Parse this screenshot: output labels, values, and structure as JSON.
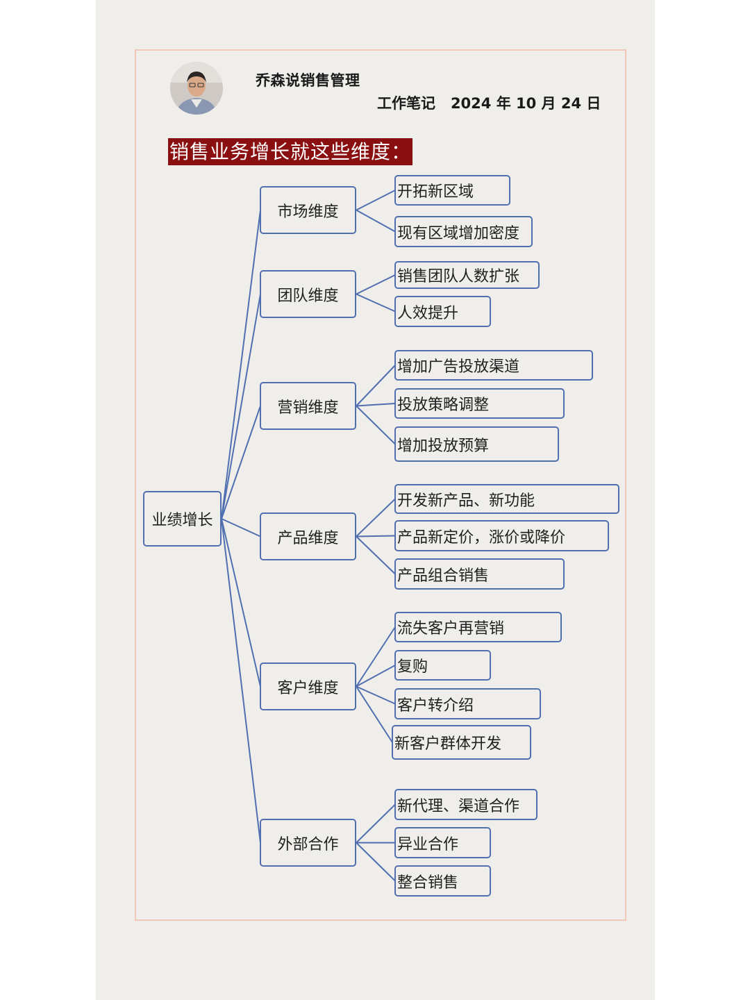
{
  "header": {
    "author": "乔森说销售管理",
    "note_label": "工作笔记",
    "date": "2024 年 10 月 24 日"
  },
  "banner": {
    "title": "销售业务增长就这些维度："
  },
  "mindmap": {
    "root": "业绩增长",
    "branches": [
      {
        "label": "市场维度",
        "children": [
          "开拓新区域",
          "现有区域增加密度"
        ]
      },
      {
        "label": "团队维度",
        "children": [
          "销售团队人数扩张",
          "人效提升"
        ]
      },
      {
        "label": "营销维度",
        "children": [
          "增加广告投放渠道",
          "投放策略调整",
          "增加投放预算"
        ]
      },
      {
        "label": "产品维度",
        "children": [
          "开发新产品、新功能",
          "产品新定价，涨价或降价",
          "产品组合销售"
        ]
      },
      {
        "label": "客户维度",
        "children": [
          "流失客户再营销",
          "复购",
          "客户转介绍",
          "新客户群体开发"
        ]
      },
      {
        "label": "外部合作",
        "children": [
          "新代理、渠道合作",
          "异业合作",
          "整合销售"
        ]
      }
    ]
  },
  "colors": {
    "line": "#4f6fb0",
    "banner_bg": "#8a0f10",
    "background": "#f0eeea",
    "frame": "#f0c8bc"
  }
}
